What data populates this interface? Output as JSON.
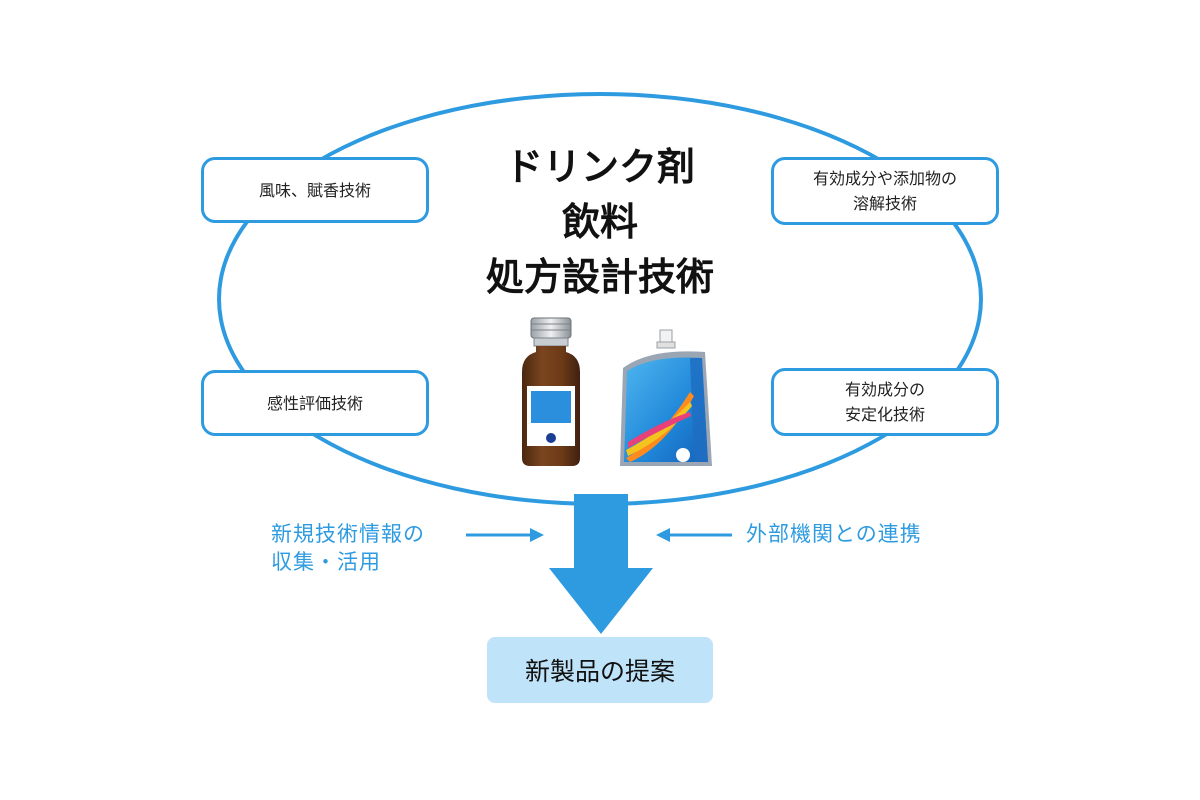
{
  "center": {
    "lines": [
      "ドリンク剤",
      "飲料",
      "処方設計技術"
    ]
  },
  "capsules": {
    "top_left": [
      "風味、賦香技術"
    ],
    "top_right": [
      "有効成分や添加物の",
      "溶解技術"
    ],
    "bottom_left": [
      "感性評価技術"
    ],
    "bottom_right": [
      "有効成分の",
      "安定化技術"
    ]
  },
  "inputs": {
    "left": [
      "新規技術情報の",
      "収集・活用"
    ],
    "right": [
      "外部機関との連携"
    ]
  },
  "result": "新製品の提案",
  "colors": {
    "accent": "#2e9be0",
    "result_fill": "#bfe3f8",
    "bottle": "#6b3a17",
    "pouch": "#1f7ed6"
  },
  "icons": [
    "medicine-bottle-icon",
    "jelly-pouch-icon"
  ]
}
